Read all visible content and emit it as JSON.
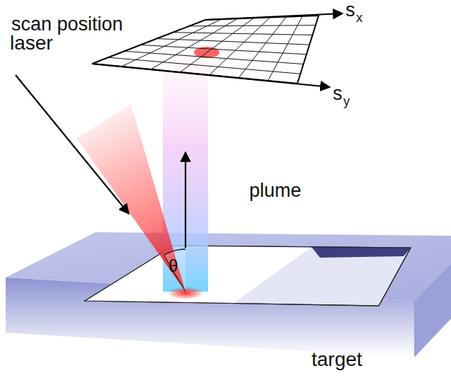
{
  "diagram": {
    "labels": [
      "scan position",
      "s",
      "x",
      "s",
      "y",
      "laser",
      "plume",
      "θ",
      "target"
    ]
  }
}
